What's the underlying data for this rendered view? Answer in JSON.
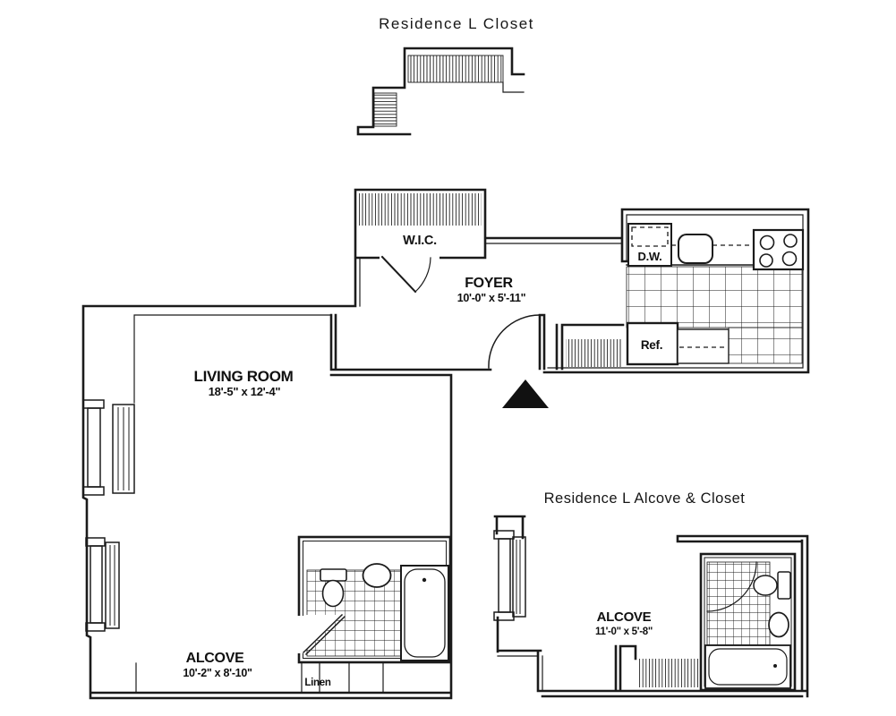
{
  "colors": {
    "ink": "#1b1b1b",
    "paper": "#ffffff"
  },
  "titles": {
    "closet_detail": "Residence L Closet",
    "alcove_closet_detail": "Residence L Alcove & Closet"
  },
  "main_plan": {
    "wic": {
      "label": "W.I.C."
    },
    "foyer": {
      "label": "FOYER",
      "dims": "10'-0\" x 5'-11\""
    },
    "living_room": {
      "label": "LIVING ROOM",
      "dims": "18'-5\" x 12'-4\""
    },
    "alcove": {
      "label": "ALCOVE",
      "dims": "10'-2\" x 8'-10\""
    },
    "linen": {
      "label": "Linen"
    },
    "kitchen": {
      "dishwasher": "D.W.",
      "refrigerator": "Ref."
    }
  },
  "secondary_plan": {
    "alcove": {
      "label": "ALCOVE",
      "dims": "11'-0\" x 5'-8\""
    }
  }
}
